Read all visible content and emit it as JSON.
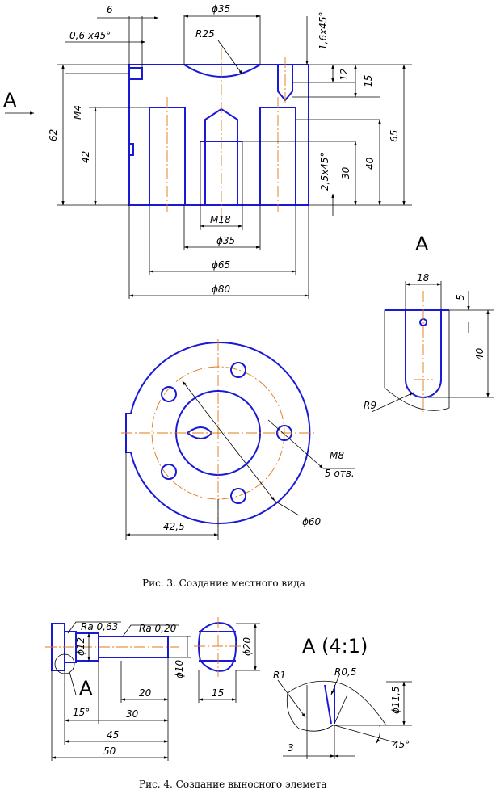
{
  "fig3": {
    "caption": "Рис. 3. Создание местного вида",
    "view_label": "A",
    "local_view_label": "A",
    "dims": {
      "d6": "6",
      "chamfer_small": "0,6 x45°",
      "d35_top": "ϕ35",
      "r25": "R25",
      "chamfer_16": "1,6x45°",
      "m4": "M4",
      "d62": "62",
      "d42": "42",
      "d12": "12",
      "d15": "15",
      "d65": "65",
      "d40": "40",
      "d30": "30",
      "chamfer_25": "2,5x45°",
      "m18": "M18",
      "d35_bottom": "ϕ35",
      "d65_diam": "ϕ65",
      "d80_diam": "ϕ80",
      "a18": "18",
      "a5": "5",
      "a40": "40",
      "r9": "R9",
      "m8": "M8",
      "holes": "5 отв.",
      "d60": "ϕ60",
      "d425": "42,5"
    }
  },
  "fig4": {
    "caption": "Рис. 4. Создание выносного элемета",
    "detail_label": "A",
    "detail_title": "A (4:1)",
    "dims": {
      "ra063": "Ra 0,63",
      "ra020": "Ra 0,20",
      "d12": "ϕ12",
      "d10": "ϕ10",
      "d20": "20",
      "d30": "30",
      "d45": "45",
      "d50": "50",
      "angle15": "15°",
      "d20_diam": "ϕ20",
      "d15": "15",
      "r1": "R1",
      "r05": "R0,5",
      "d115": "ϕ11,5",
      "d3": "3",
      "angle45": "45°"
    }
  }
}
